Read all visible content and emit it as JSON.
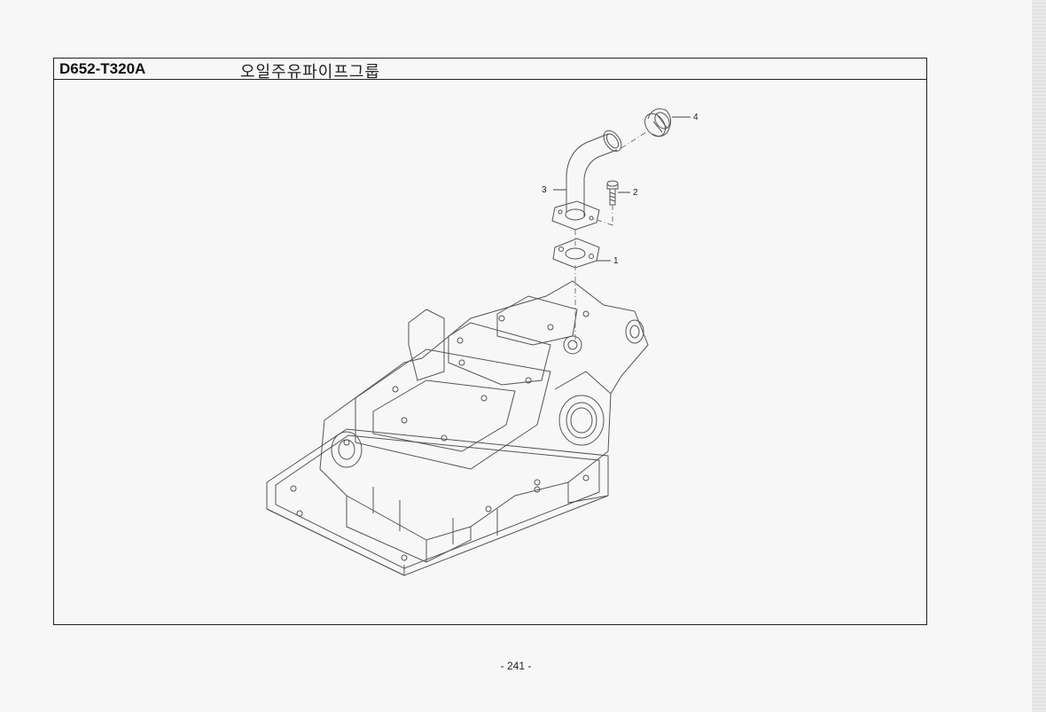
{
  "document": {
    "code": "D652-T320A",
    "title": "오일주유파이프그룹",
    "page_number": "- 241 -"
  },
  "callouts": [
    {
      "label": "1"
    },
    {
      "label": "2"
    },
    {
      "label": "3"
    },
    {
      "label": "4"
    }
  ]
}
